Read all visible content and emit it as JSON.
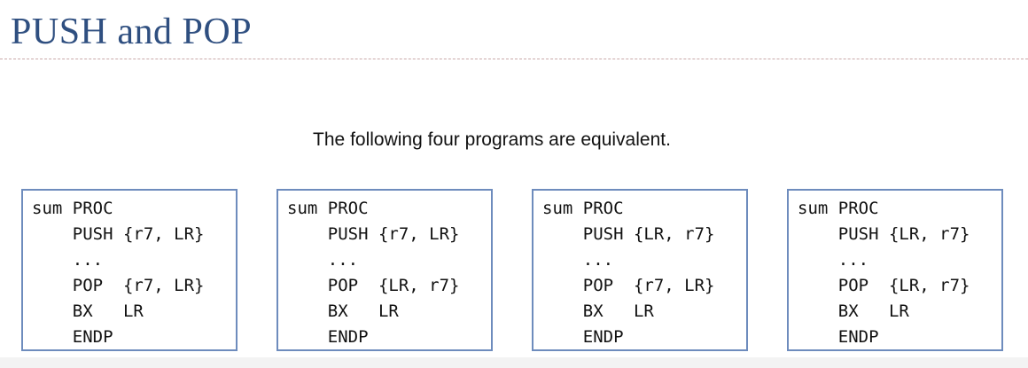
{
  "slide": {
    "title": "PUSH and POP",
    "subtitle": "The following four programs are equivalent."
  },
  "programs": [
    {
      "lines": [
        "sum PROC",
        "    PUSH {r7, LR}",
        "    ...",
        "    POP  {r7, LR}",
        "    BX   LR",
        "    ENDP"
      ]
    },
    {
      "lines": [
        "sum PROC",
        "    PUSH {r7, LR}",
        "    ...",
        "    POP  {LR, r7}",
        "    BX   LR",
        "    ENDP"
      ]
    },
    {
      "lines": [
        "sum PROC",
        "    PUSH {LR, r7}",
        "    ...",
        "    POP  {r7, LR}",
        "    BX   LR",
        "    ENDP"
      ]
    },
    {
      "lines": [
        "sum PROC",
        "    PUSH {LR, r7}",
        "    ...",
        "    POP  {LR, r7}",
        "    BX   LR",
        "    ENDP"
      ]
    }
  ]
}
